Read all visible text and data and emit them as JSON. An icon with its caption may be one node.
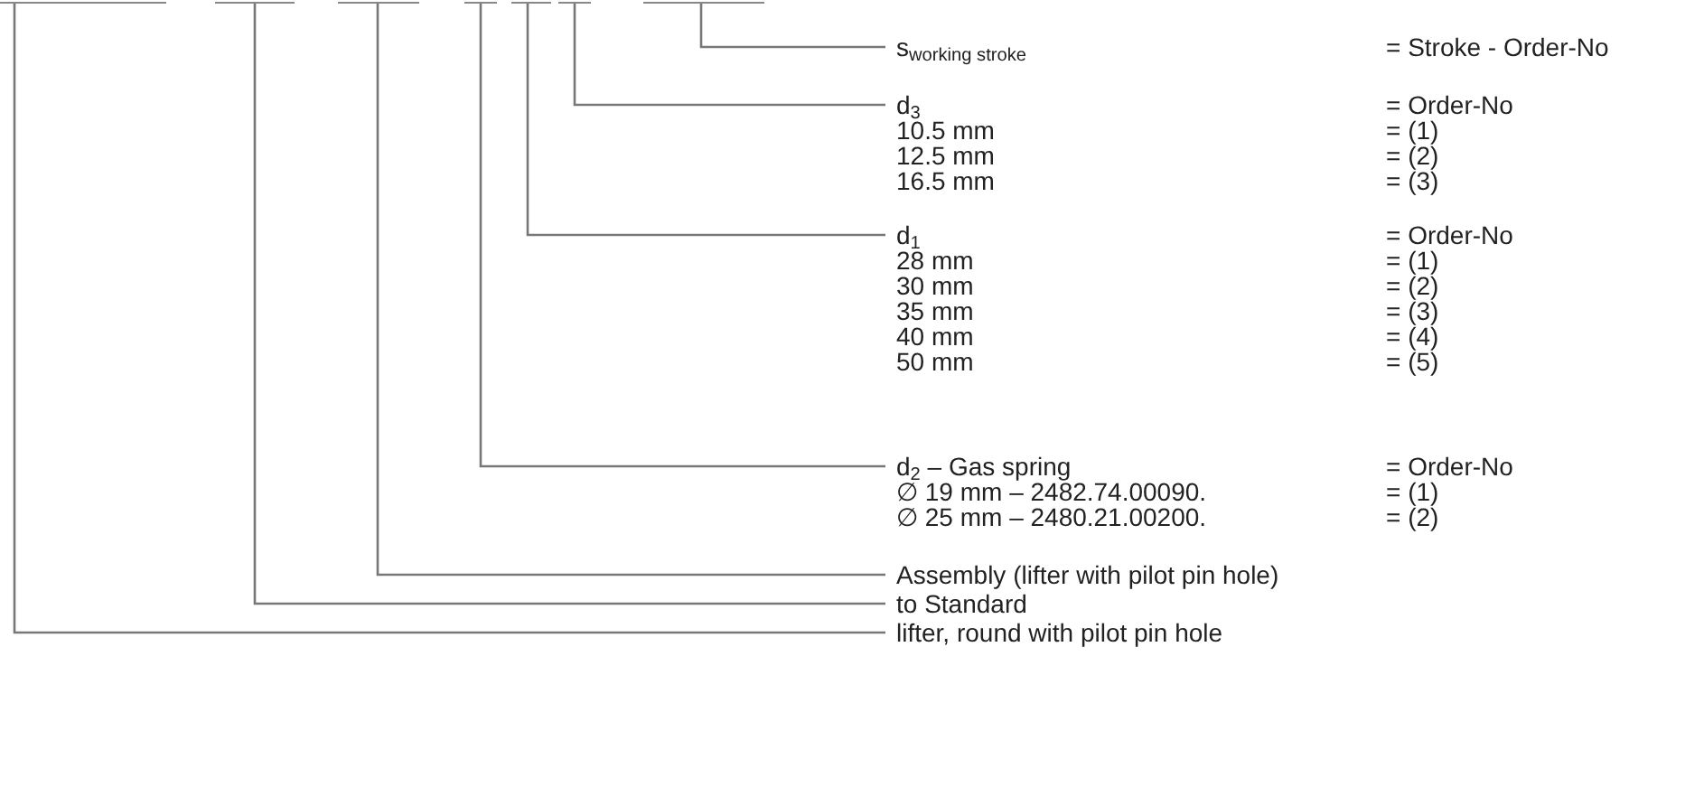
{
  "diagram": {
    "nodes": [
      {
        "text": [],
        "shape": "bar"
      },
      {
        "text": [],
        "shape": "bar"
      },
      {
        "text": [],
        "shape": "bar"
      },
      {
        "text": [],
        "shape": "bar"
      },
      {
        "text": [],
        "shape": "bar"
      },
      {
        "text": [],
        "shape": "bar"
      },
      {
        "text": [],
        "shape": "bar"
      },
      {
        "text": [
          "s$_{working stroke}$",
          "= Stroke - Order-No"
        ]
      },
      {
        "text": [
          "d$_{3}$",
          "= Order-No",
          "10.5 mm",
          "= (1)",
          "12.5 mm",
          "= (2)",
          "16.5 mm",
          "= (3)"
        ]
      },
      {
        "text": [
          "d$_{1}$",
          "= Order-No",
          "28 mm",
          "= (1)",
          "30 mm",
          "= (2)",
          "35 mm",
          "= (3)",
          "40 mm",
          "= (4)",
          "50 mm",
          "= (5)"
        ]
      },
      {
        "text": [
          "d$_{2}$ – Gas spring",
          "= Order-No",
          "∅ 19 mm – 2482.74.00090.",
          "= (1)",
          "∅ 25 mm – 2480.21.00200.",
          "= (2)"
        ]
      },
      {
        "text": [
          "Assembly (lifter with pilot pin hole)"
        ]
      },
      {
        "text": [
          "to Standard"
        ]
      },
      {
        "text": [
          "lifter, round with pilot pin hole"
        ]
      }
    ],
    "edges": [
      {
        "from": 0,
        "to": 13,
        "arrow": "none"
      },
      {
        "from": 1,
        "to": 12,
        "arrow": "none"
      },
      {
        "from": 2,
        "to": 11,
        "arrow": "none"
      },
      {
        "from": 3,
        "to": 10,
        "arrow": "none"
      },
      {
        "from": 4,
        "to": 9,
        "arrow": "none"
      },
      {
        "from": 5,
        "to": 8,
        "arrow": "none"
      },
      {
        "from": 6,
        "to": 7,
        "arrow": "none"
      }
    ]
  }
}
